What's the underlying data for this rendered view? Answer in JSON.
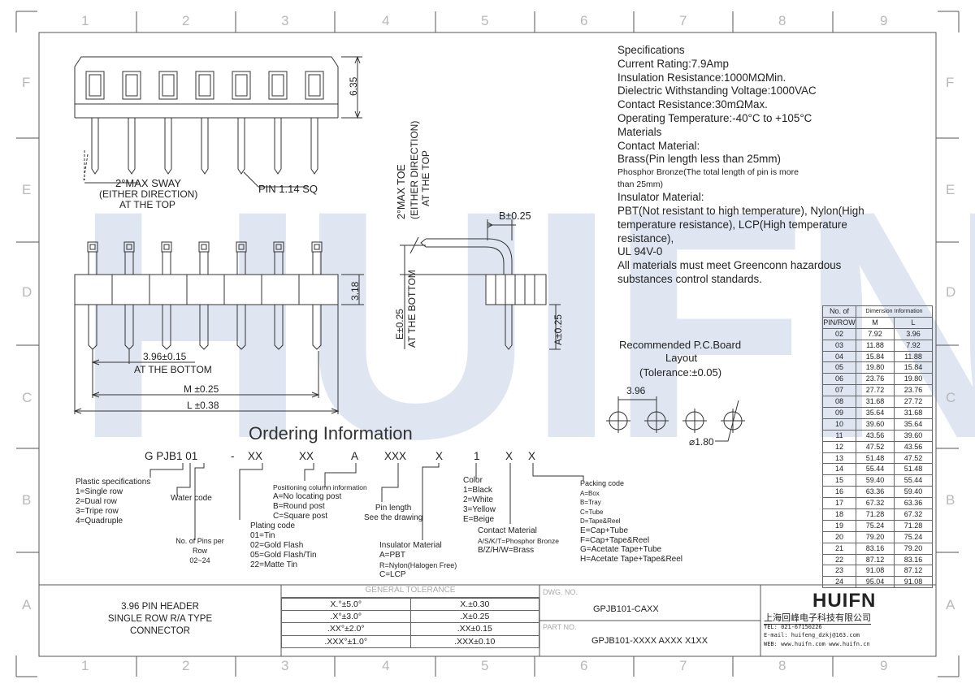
{
  "zones": {
    "columns": [
      "1",
      "2",
      "3",
      "4",
      "5",
      "6",
      "7",
      "8",
      "9"
    ],
    "rows": [
      "F",
      "E",
      "D",
      "C",
      "B",
      "A"
    ]
  },
  "watermark": "HUIFN",
  "dims": {
    "h635": "6.35",
    "sway": "2°MAX SWAY",
    "sway_dir": "(EITHER DIRECTION)",
    "sway_top": "AT THE TOP",
    "pin": "PIN 1.14 SQ",
    "h318": "3.18",
    "pitch": "3.96±0.15",
    "pitch_bottom": "AT THE BOTTOM",
    "m": "M ±0.25",
    "l": "L ±0.38",
    "toe": "2°MAX TOE",
    "toe_dir": "(EITHER DIRECTION)",
    "toe_top": "AT THE TOP",
    "b": "B±0.25",
    "e": "E±0.25",
    "e_bottom": "AT THE BOTTOM",
    "a": "A±0.25"
  },
  "specs": {
    "heading": "Specifications",
    "current": "Current Rating:7.9Amp",
    "insulation": "Insulation Resistance:1000MΩMin.",
    "dielectric": "Dielectric Withstanding Voltage:1000VAC",
    "contact_res": "Contact Resistance:30mΩMax.",
    "temp": "Operating Temperature:-40°C to +105°C",
    "materials": "Materials",
    "contact_mat": "Contact Material:",
    "brass": "Brass(Pin length less than 25mm)",
    "phosphor": "Phosphor Bronze(The total length of pin is more than 25mm)",
    "insulator_mat": "Insulator Material:",
    "pbt": "PBT(Not resistant to high temperature),  Nylon(High temperature resistance), LCP(High temperature resistance),",
    "ul": "UL 94V-0",
    "green": "All materials must meet Greenconn hazardous substances control standards."
  },
  "pcb": {
    "title1": "Recommended P.C.Board",
    "title2": "Layout",
    "tol": "(Tolerance:±0.05)",
    "pitch": "3.96",
    "hole": "⌀1.80"
  },
  "dim_table": {
    "h1": "No. of",
    "h1b": "PIN/ROW",
    "h2": "Dimension Information",
    "hm": "M",
    "hl": "L",
    "rows": [
      [
        "02",
        "7.92",
        "3.96"
      ],
      [
        "03",
        "11.88",
        "7.92"
      ],
      [
        "04",
        "15.84",
        "11.88"
      ],
      [
        "05",
        "19.80",
        "15.84"
      ],
      [
        "06",
        "23.76",
        "19.80"
      ],
      [
        "07",
        "27.72",
        "23.76"
      ],
      [
        "08",
        "31.68",
        "27.72"
      ],
      [
        "09",
        "35.64",
        "31.68"
      ],
      [
        "10",
        "39.60",
        "35.64"
      ],
      [
        "11",
        "43.56",
        "39.60"
      ],
      [
        "12",
        "47.52",
        "43.56"
      ],
      [
        "13",
        "51.48",
        "47.52"
      ],
      [
        "14",
        "55.44",
        "51.48"
      ],
      [
        "15",
        "59.40",
        "55.44"
      ],
      [
        "16",
        "63.36",
        "59.40"
      ],
      [
        "17",
        "67.32",
        "63.36"
      ],
      [
        "18",
        "71.28",
        "67.32"
      ],
      [
        "19",
        "75.24",
        "71.28"
      ],
      [
        "20",
        "79.20",
        "75.24"
      ],
      [
        "21",
        "83.16",
        "79.20"
      ],
      [
        "22",
        "87.12",
        "83.16"
      ],
      [
        "23",
        "91.08",
        "87.12"
      ],
      [
        "24",
        "95.04",
        "91.08"
      ]
    ]
  },
  "ordering": {
    "title": "Ordering Information",
    "code": {
      "g": "G PJB1 01",
      "dash": "-",
      "xx1": "XX",
      "xx2": "XX",
      "a": "A",
      "xxx": "XXX",
      "x1": "X",
      "one": "1",
      "x2": "X",
      "x3": "X"
    },
    "plastic": [
      "Plastic specifications",
      "1=Single row",
      "2=Dual row",
      "3=Tripe row",
      "4=Quadruple"
    ],
    "water": "Water code",
    "pins": [
      "No. of Pins per Row",
      "02~24"
    ],
    "plating": [
      "Plating code",
      "01=Tin",
      "02=Gold Flash",
      "05=Gold Flash/Tin",
      "22=Matte Tin"
    ],
    "positioning": [
      "Positioning column information",
      "A=No locating post",
      "B=Round post",
      "C=Square post"
    ],
    "pinlen": [
      "Pin length",
      "See the drawing"
    ],
    "insulator": [
      "Insulator Material",
      "A=PBT",
      "R=Nylon(Halogen Free)",
      "C=LCP"
    ],
    "color": [
      "Color",
      "1=Black",
      "2=White",
      "3=Yellow",
      "E=Beige"
    ],
    "contact": [
      "Contact Material",
      "A/S/K/T=Phosphor Bronze",
      "B/Z/H/W=Brass"
    ],
    "packing": [
      "Packing code",
      "A=Box",
      "B=Tray",
      "C=Tube",
      "D=Tape&Reel",
      "E=Cap+Tube",
      "F=Cap+Tape&Reel",
      "G=Acetate Tape+Tube",
      "H=Acetate Tape+Tape&Reel"
    ]
  },
  "title_block": {
    "product1": "3.96 PIN HEADER",
    "product2": "SINGLE ROW R/A TYPE",
    "product3": "CONNECTOR",
    "tol_header": "GENERAL TOLERANCE",
    "tol_rows": [
      [
        "X.°±5.0°",
        "X.±0.30"
      ],
      [
        ".X°±3.0°",
        ".X±0.25"
      ],
      [
        ".XX°±2.0°",
        ".XX±0.15"
      ],
      [
        ".XXX°±1.0°",
        ".XXX±0.10"
      ]
    ],
    "dwg_label": "DWG. NO.",
    "dwg_no": "GPJB101-CAXX",
    "part_label": "PART NO.",
    "part_no": "GPJB101-XXXX AXXX X1XX",
    "logo": "HUIFN",
    "company": "上海回峰电子科技有限公司",
    "tel": "TEL: 021-67150226",
    "email": "E-mail: huifeng_dzkj@163.com",
    "web": "WEB: www.huifn.com  www.huifn.cn"
  }
}
